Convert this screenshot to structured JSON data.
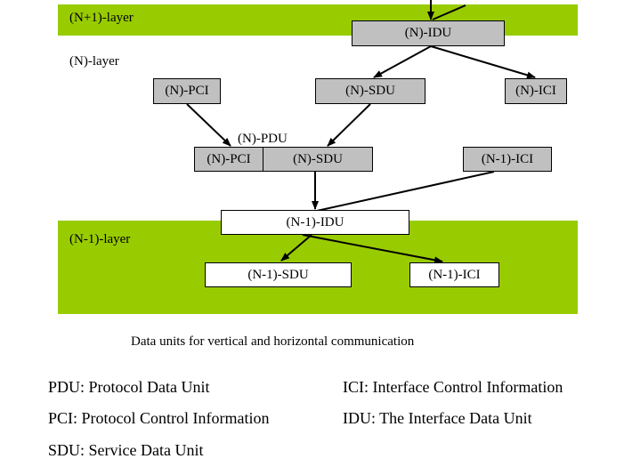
{
  "layers": {
    "upper": "(N+1)-layer",
    "middle": "(N)-layer",
    "lower": "(N-1)-layer"
  },
  "boxes": {
    "n_idu": "(N)-IDU",
    "n_pci": "(N)-PCI",
    "n_sdu": "(N)-SDU",
    "n_ici": "(N)-ICI",
    "n_pdu_label": "(N)-PDU",
    "pdu_pci": "(N)-PCI",
    "pdu_sdu": "(N)-SDU",
    "n1_ici_mid": "(N-1)-ICI",
    "n1_idu": "(N-1)-IDU",
    "n1_sdu": "(N-1)-SDU",
    "n1_ici": "(N-1)-ICI"
  },
  "caption": "Data units for vertical and horizontal communication",
  "legend": {
    "pdu": "PDU: Protocol Data Unit",
    "pci": "PCI:  Protocol Control Information",
    "sdu": "SDU: Service Data Unit",
    "ici": "ICI: Interface Control Information",
    "idu": "IDU: The Interface Data Unit"
  },
  "colors": {
    "layer_band": "#99cc00",
    "box_gray": "#c0c0c0",
    "box_white": "#ffffff"
  }
}
